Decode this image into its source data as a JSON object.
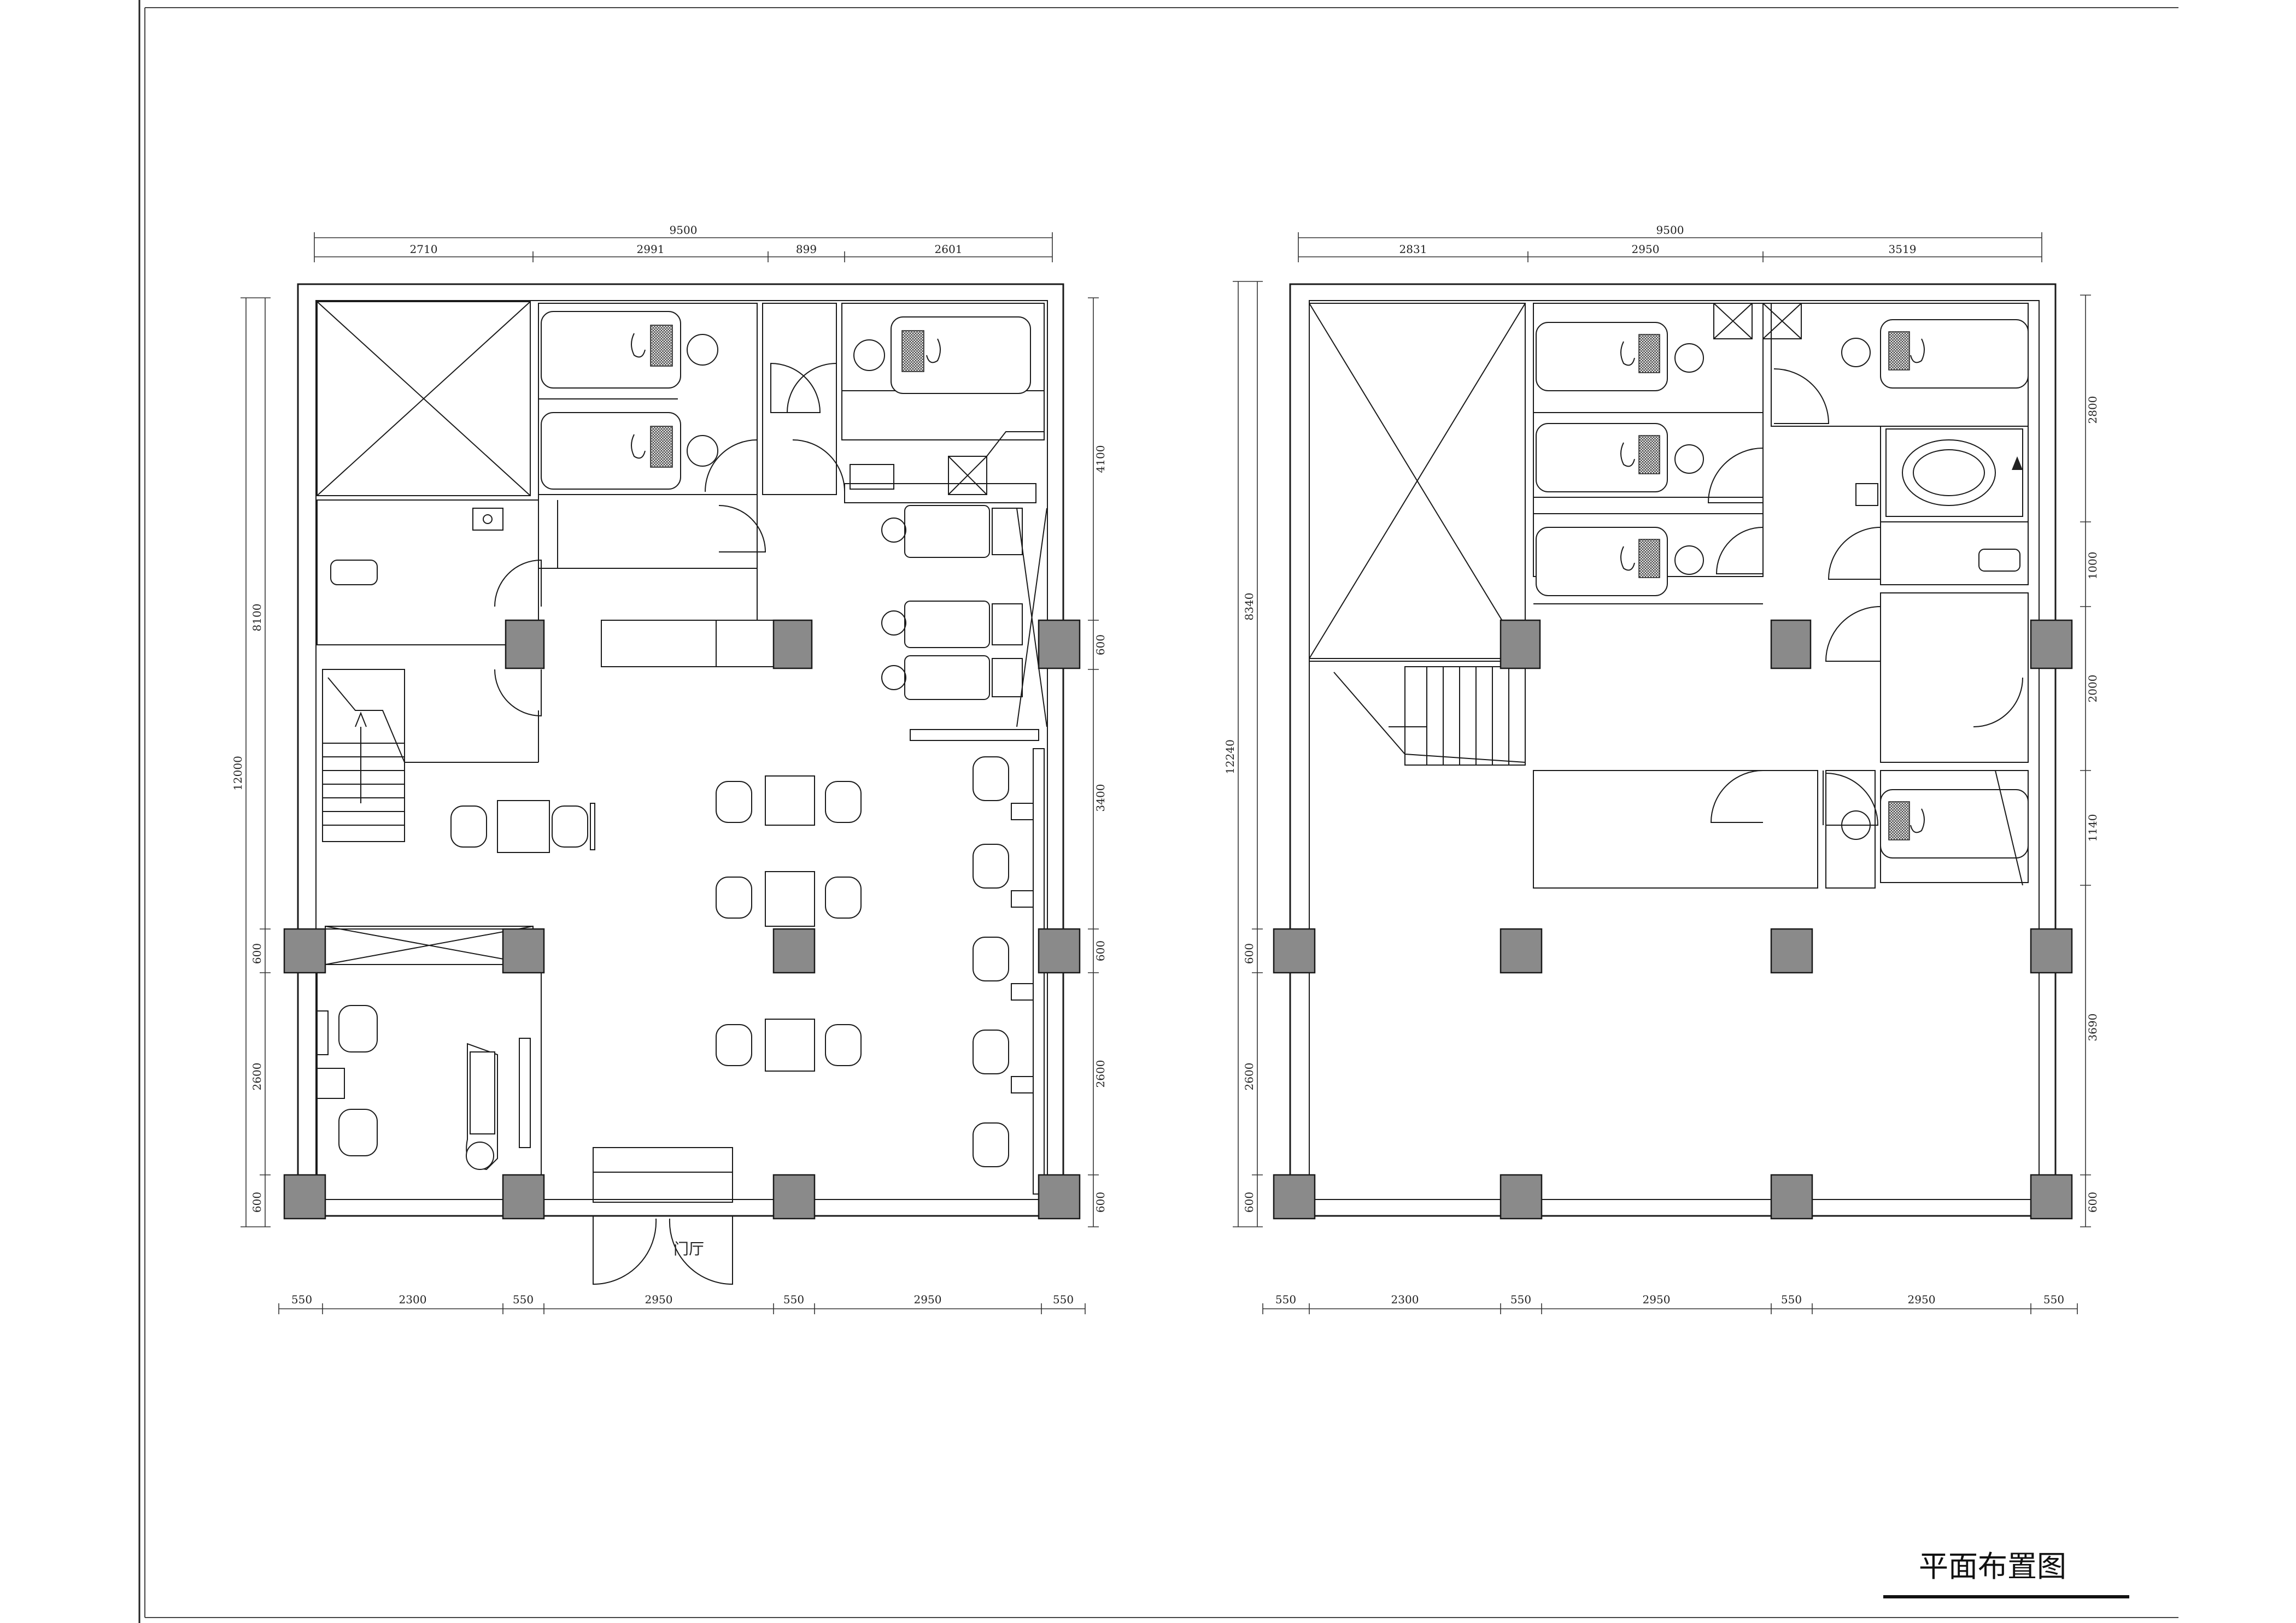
{
  "sheet": {
    "title": "平面布置图",
    "entrance_label": "门厅"
  },
  "ground_floor": {
    "top_total": "9500",
    "top_segments": [
      "2710",
      "2991",
      "899",
      "2601"
    ],
    "left_total": "12000",
    "left_upper": "8100",
    "left_lower": [
      "600",
      "2600",
      "600"
    ],
    "right_dims": [
      "4100",
      "600",
      "3400",
      "600",
      "2600",
      "600"
    ],
    "bottom_segments": [
      "550",
      "2300",
      "550",
      "2950",
      "550",
      "2950",
      "550"
    ]
  },
  "upper_floor": {
    "top_total": "9500",
    "top_segments": [
      "2831",
      "2950",
      "3519"
    ],
    "left_total": "12240",
    "left_upper": "8340",
    "left_lower": [
      "600",
      "2600",
      "600"
    ],
    "right_dims": [
      "2800",
      "1000",
      "2000",
      "1140",
      "3690",
      "600"
    ],
    "bottom_segments": [
      "550",
      "2300",
      "550",
      "2950",
      "550",
      "2950",
      "550"
    ]
  },
  "colors": {
    "line": "#1a1a1a",
    "column_fill": "#8a8a8a",
    "background": "#ffffff"
  }
}
